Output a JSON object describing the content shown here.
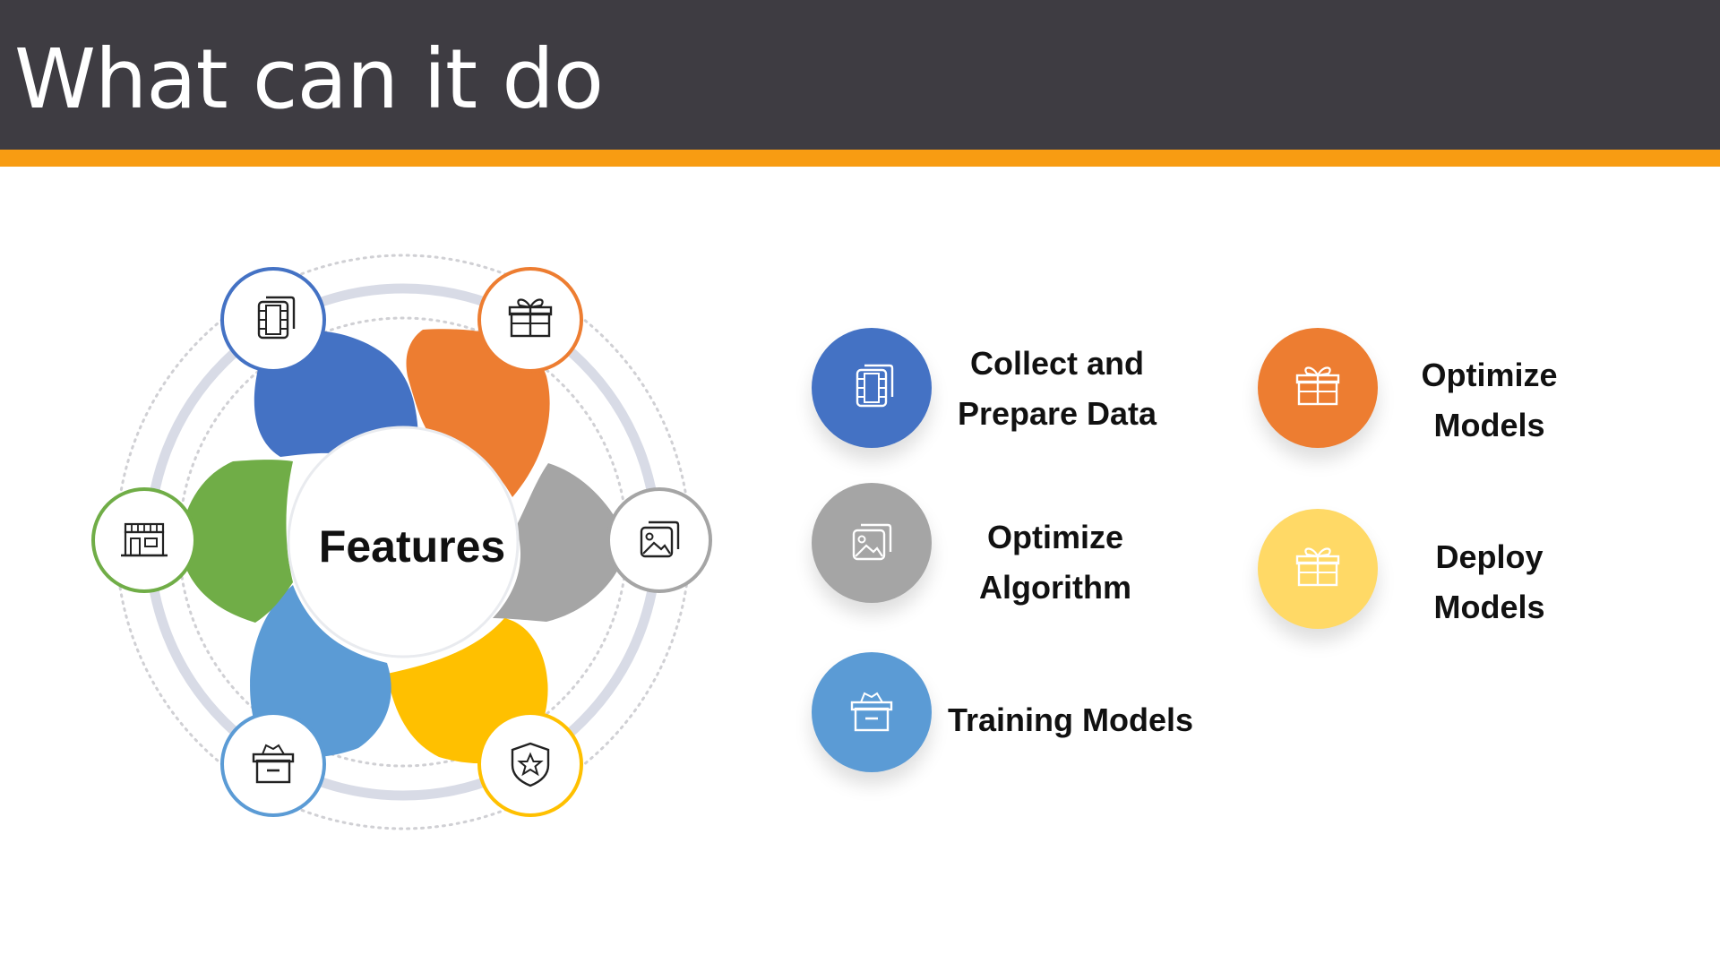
{
  "header": {
    "title": "What can it do"
  },
  "diagram": {
    "center_label": "Features",
    "petals": [
      {
        "name": "blue",
        "color": "#4472c4",
        "icon": "film-icon"
      },
      {
        "name": "orange",
        "color": "#ed7d31",
        "icon": "gift-icon"
      },
      {
        "name": "gray",
        "color": "#a5a5a5",
        "icon": "image-icon"
      },
      {
        "name": "yellow",
        "color": "#ffc000",
        "icon": "shield-star-icon"
      },
      {
        "name": "light-blue",
        "color": "#5b9bd5",
        "icon": "archive-box-icon"
      },
      {
        "name": "green",
        "color": "#70ad47",
        "icon": "store-icon"
      }
    ]
  },
  "features": {
    "collect": {
      "line1": "Collect and",
      "line2": "Prepare Data",
      "color": "#4472c4",
      "icon": "film-icon"
    },
    "optimize_algorithm": {
      "line1": "Optimize",
      "line2": "Algorithm",
      "color": "#a5a5a5",
      "icon": "image-icon"
    },
    "training": {
      "line1": "Training Models",
      "color": "#5b9bd5",
      "icon": "archive-box-icon"
    },
    "optimize_models": {
      "line1": "Optimize",
      "line2": "Models",
      "color": "#ed7d31",
      "icon": "gift-icon"
    },
    "deploy": {
      "line1": "Deploy",
      "line2": "Models",
      "color": "#ffd966",
      "icon": "gift-icon"
    }
  }
}
